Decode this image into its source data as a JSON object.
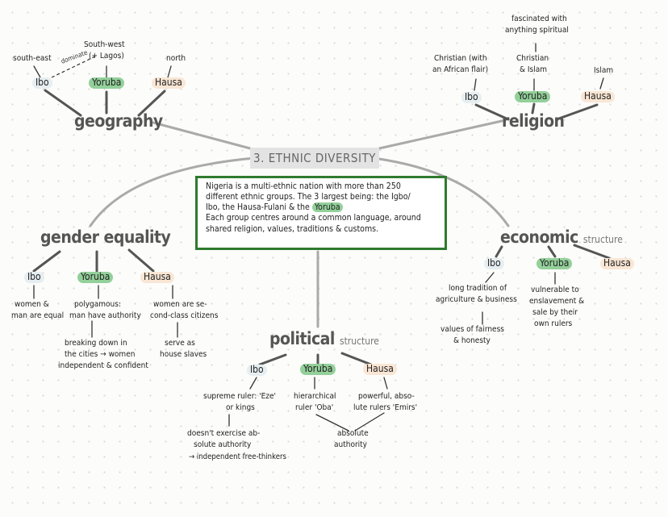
{
  "title": "3. ETHNIC DIVERSITY",
  "intro": {
    "line1": "Nigeria is a multi-ethnic nation with more than 250",
    "line2": "different ethnic groups. The 3 largest being: the Igbo/",
    "line3_a": "Ibo, the Hausa-Fulani & the",
    "line3_b": "Yoruba",
    "line4": "Each group centres around a common language, around",
    "line5": "shared religion, values, traditions & customs."
  },
  "colors": {
    "ibo": "#e6eef1",
    "yoruba": "#93d09a",
    "hausa": "#f9e6d4",
    "frame": "#2f7a2f"
  },
  "geography": {
    "heading": "geography",
    "ibo": "Ibo",
    "yoruba": "Yoruba",
    "hausa": "Hausa",
    "ibo_note": "south-east",
    "yoruba_note_1": "South-west",
    "yoruba_note_2": "(+ Lagos)",
    "hausa_note": "north",
    "link": "dominate"
  },
  "religion": {
    "heading": "religion",
    "ibo": "Ibo",
    "yoruba": "Yoruba",
    "hausa": "Hausa",
    "ibo_note_1": "Christian (with",
    "ibo_note_2": "an African flair)",
    "yoruba_note_1": "Christian",
    "yoruba_note_2": "& Islam",
    "yoruba_top_1": "fascinated with",
    "yoruba_top_2": "anything spiritual",
    "hausa_note": "Islam"
  },
  "gender": {
    "heading": "gender equality",
    "ibo": "Ibo",
    "yoruba": "Yoruba",
    "hausa": "Hausa",
    "ibo_note_1": "women &",
    "ibo_note_2": "man are equal",
    "yoruba_note_1": "polygamous:",
    "yoruba_note_2": "man have authority",
    "yoruba_sub_1": "breaking down in",
    "yoruba_sub_2": "the cities → women",
    "yoruba_sub_3": "independent & confident",
    "hausa_note_1": "women are se-",
    "hausa_note_2": "cond-class citizens",
    "hausa_sub_1": "serve as",
    "hausa_sub_2": "house slaves"
  },
  "economic": {
    "heading": "economic",
    "heading_sub": "structure",
    "ibo": "Ibo",
    "yoruba": "Yoruba",
    "hausa": "Hausa",
    "ibo_note_1": "long tradition of",
    "ibo_note_2": "agriculture & business",
    "ibo_sub_1": "values of fairness",
    "ibo_sub_2": "& honesty",
    "yoruba_note_1": "vulnerable to",
    "yoruba_note_2": "enslavement &",
    "yoruba_note_3": "sale by their",
    "yoruba_note_4": "own rulers"
  },
  "political": {
    "heading": "political",
    "heading_sub": "structure",
    "ibo": "Ibo",
    "yoruba": "Yoruba",
    "hausa": "Hausa",
    "ibo_note_1": "supreme ruler: 'Eze'",
    "ibo_note_2": "or kings",
    "ibo_sub_1": "doesn't exercise ab-",
    "ibo_sub_2": "solute authority",
    "ibo_sub_3": "→ independent free-thinkers",
    "yoruba_note_1": "hierarchical",
    "yoruba_note_2": "ruler 'Oba'",
    "hausa_note_1": "powerful, abso-",
    "hausa_note_2": "lute rulers 'Emirs'",
    "shared_1": "absolute",
    "shared_2": "authority"
  }
}
